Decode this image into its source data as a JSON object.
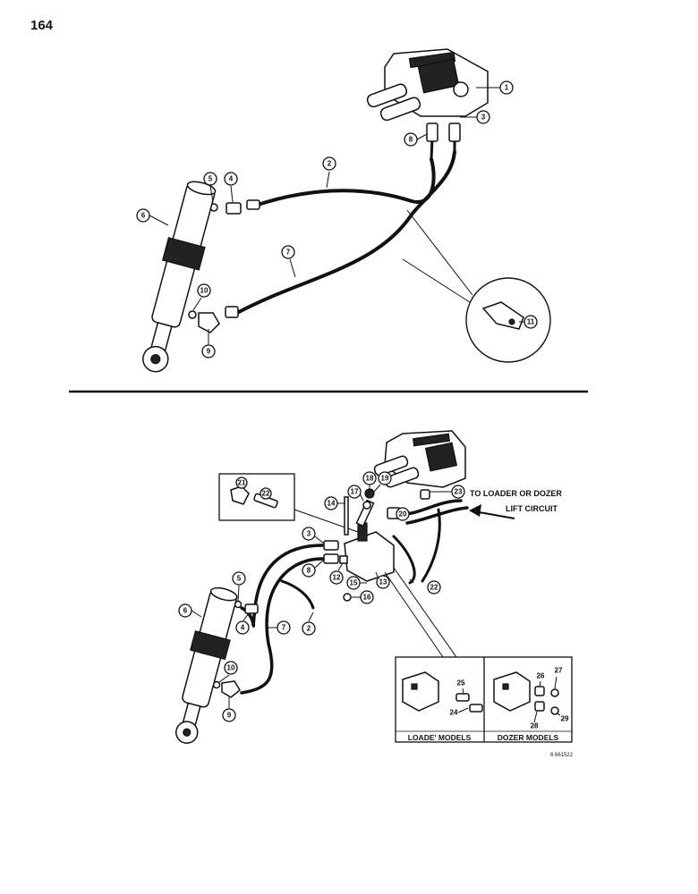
{
  "page": {
    "number": "164"
  },
  "top_diagram": {
    "callouts": [
      "1",
      "2",
      "3",
      "4",
      "5",
      "6",
      "7",
      "8",
      "9",
      "10",
      "11"
    ]
  },
  "bottom_diagram": {
    "callouts": [
      "2",
      "3",
      "4",
      "5",
      "6",
      "7",
      "8",
      "9",
      "10",
      "12",
      "13",
      "14",
      "15",
      "16",
      "17",
      "18",
      "19",
      "20",
      "21",
      "22",
      "23",
      "24",
      "25",
      "26",
      "27",
      "28",
      "29"
    ],
    "note_line1": "TO LOADER OR DOZER",
    "note_line2": "LIFT CIRCUIT",
    "inset_left_label": "LOADE' MODELS",
    "inset_right_label": "DOZER MODELS",
    "figure_code": "6 66152J"
  }
}
